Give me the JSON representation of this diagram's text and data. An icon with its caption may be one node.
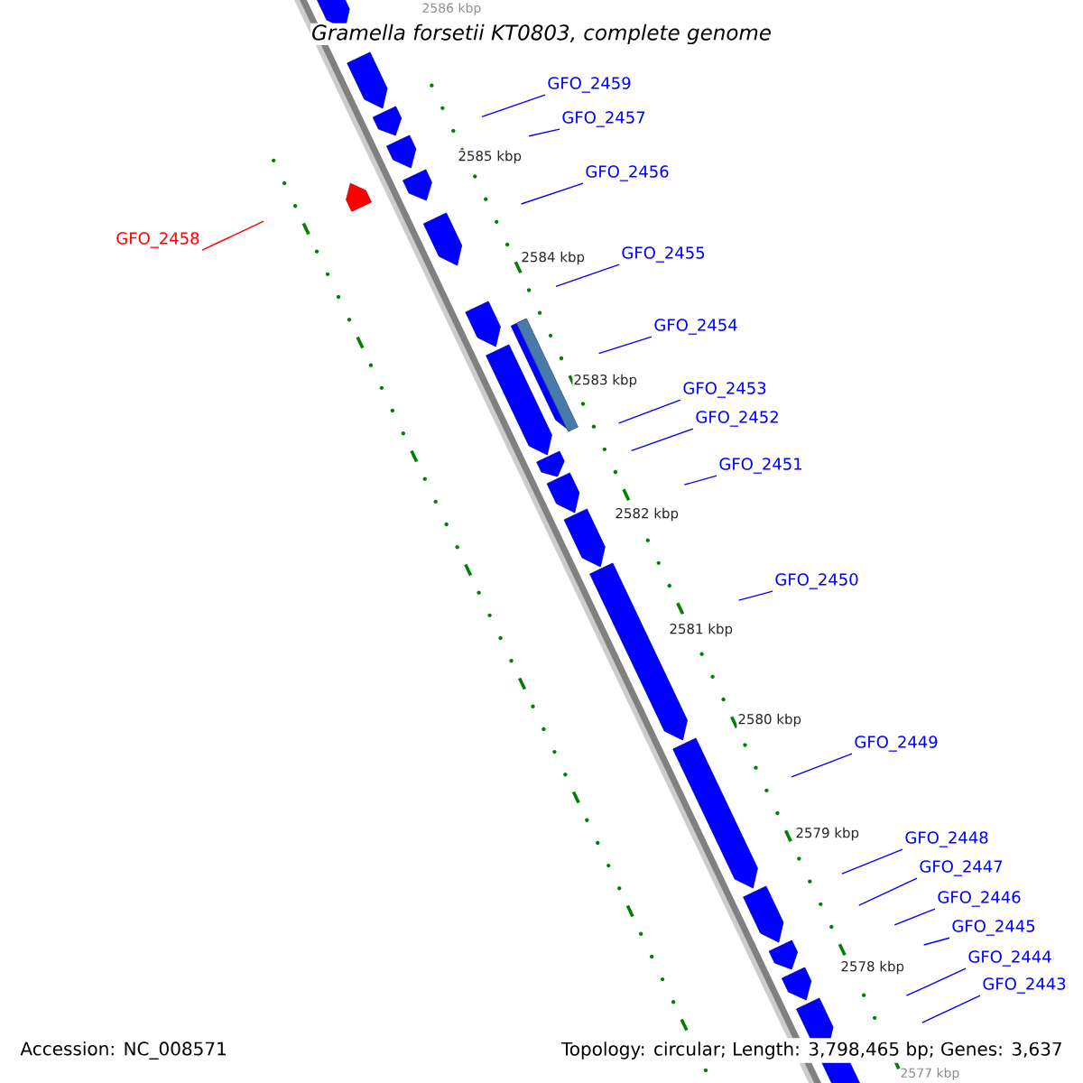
{
  "diagram": {
    "title": "Gramella forsetii KT0803, complete genome",
    "nodes": [
      {
        "text": [
          "GFO_2459"
        ]
      },
      {
        "text": [
          "GFO_2457"
        ]
      },
      {
        "text": [
          "GFO_2456"
        ]
      },
      {
        "text": [
          "GFO_2458"
        ]
      },
      {
        "text": [
          "GFO_2455"
        ]
      },
      {
        "text": [
          "GFO_2454"
        ]
      },
      {
        "text": [
          "GFO_2453"
        ]
      },
      {
        "text": [
          "GFO_2452"
        ]
      },
      {
        "text": [
          "GFO_2451"
        ]
      },
      {
        "text": [
          "GFO_2450"
        ]
      },
      {
        "text": [
          "GFO_2449"
        ]
      },
      {
        "text": [
          "GFO_2448"
        ]
      },
      {
        "text": [
          "GFO_2447"
        ]
      },
      {
        "text": [
          "GFO_2446"
        ]
      },
      {
        "text": [
          "GFO_2445"
        ]
      },
      {
        "text": [
          "GFO_2444"
        ]
      },
      {
        "text": [
          "GFO_2443"
        ]
      }
    ],
    "edges": [
      {
        "from": 0,
        "to": null,
        "arrow": "none"
      },
      {
        "from": 1,
        "to": null,
        "arrow": "none"
      },
      {
        "from": 2,
        "to": null,
        "arrow": "none"
      },
      {
        "from": 3,
        "to": null,
        "arrow": "none",
        "color": "#ff0000"
      },
      {
        "from": 4,
        "to": null,
        "arrow": "none"
      },
      {
        "from": 5,
        "to": null,
        "arrow": "none"
      },
      {
        "from": 6,
        "to": null,
        "arrow": "none"
      },
      {
        "from": 7,
        "to": null,
        "arrow": "none"
      },
      {
        "from": 8,
        "to": null,
        "arrow": "none"
      },
      {
        "from": 9,
        "to": null,
        "arrow": "none"
      },
      {
        "from": 10,
        "to": null,
        "arrow": "none"
      },
      {
        "from": 11,
        "to": null,
        "arrow": "none"
      },
      {
        "from": 12,
        "to": null,
        "arrow": "none"
      },
      {
        "from": 13,
        "to": null,
        "arrow": "none"
      },
      {
        "from": 14,
        "to": null,
        "arrow": "none"
      },
      {
        "from": 15,
        "to": null,
        "arrow": "none"
      },
      {
        "from": 16,
        "to": null,
        "arrow": "none"
      }
    ],
    "labels": [
      "2586 kbp",
      "2585 kbp",
      "2584 kbp",
      "2583 kbp",
      "2582 kbp",
      "2581 kbp",
      "2580 kbp",
      "2579 kbp",
      "2578 kbp",
      "2577 kbp",
      "Accession: NC_008571",
      "Topology: circular; Length: 3,798,465 bp; Genes: 3,637"
    ]
  }
}
